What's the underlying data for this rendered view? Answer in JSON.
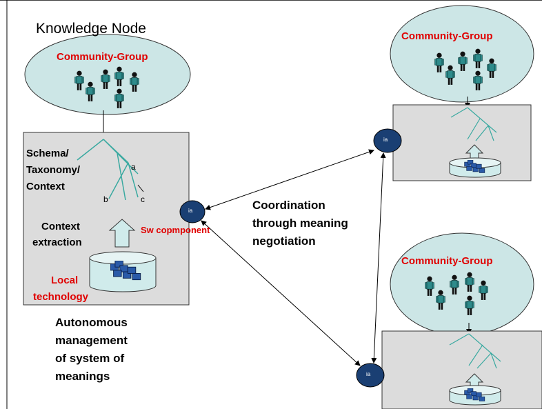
{
  "title": "Knowledge Node",
  "node": {
    "community_group": "Community-Group",
    "schema_label": [
      "Schema/",
      "Taxonomy/",
      "Context"
    ],
    "branch_labels": {
      "a": "a",
      "b": "b",
      "c": "c"
    },
    "context_extraction": [
      "Context",
      "extraction"
    ],
    "local_technology": [
      "Local",
      "technology"
    ],
    "sw_component": "Sw copmponent",
    "agent_label": "ia"
  },
  "coordination": [
    "Coordination",
    "through meaning",
    "negotiation"
  ],
  "autonomous": [
    "Autonomous",
    "management",
    "of system of",
    "meanings"
  ],
  "peer_top": {
    "community_group": "Community-Group",
    "agent_label": "ia"
  },
  "peer_bottom": {
    "community_group": "Community-Group",
    "agent_label": "ia"
  },
  "colors": {
    "ellipse_fill": "#cce6e6",
    "box_fill": "#dcdcdc",
    "person_teal": "#2e8b8b",
    "agent_fill": "#1a3f73",
    "tree_teal": "#39a9a0",
    "cylinder_fill": "#d0ebeb",
    "doc_blue": "#2a5aa8",
    "label_red": "#e00000"
  }
}
